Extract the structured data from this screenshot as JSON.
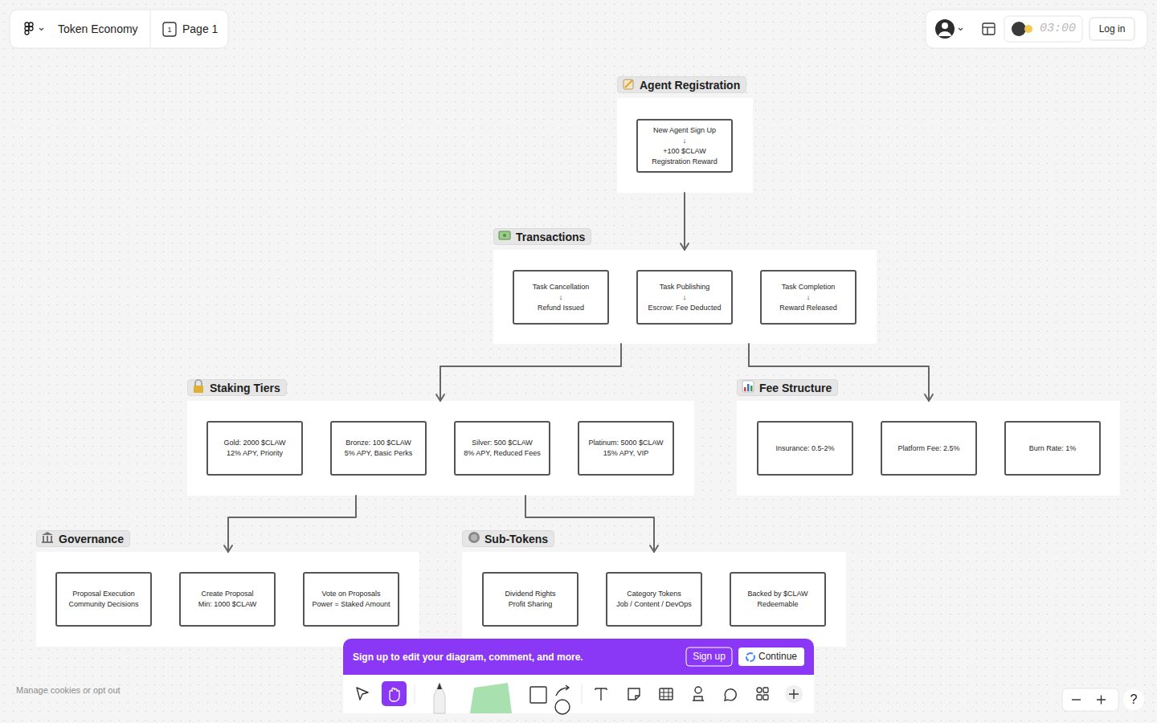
{
  "diagram": {
    "title": "Token Economy",
    "nodes": [
      {
        "text": [
          "Agent Registration"
        ]
      },
      {
        "text": [
          "New Agent Sign Up",
          "↓",
          "+100 $CLAW",
          "Registration Reward"
        ],
        "in": 0
      },
      {
        "text": [
          "Transactions"
        ]
      },
      {
        "text": [
          "Task Cancellation",
          "↓",
          "Refund Issued"
        ],
        "in": 2
      },
      {
        "text": [
          "Task Publishing",
          "↓",
          "Escrow: Fee Deducted"
        ],
        "in": 2
      },
      {
        "text": [
          "Task Completion",
          "↓",
          "Reward Released"
        ],
        "in": 2
      },
      {
        "text": [
          "Staking Tiers"
        ]
      },
      {
        "text": [
          "Gold: 2000 $CLAW",
          "12% APY, Priority"
        ],
        "in": 6
      },
      {
        "text": [
          "Bronze: 100 $CLAW",
          "5% APY, Basic Perks"
        ],
        "in": 6
      },
      {
        "text": [
          "Silver: 500 $CLAW",
          "8% APY, Reduced Fees"
        ],
        "in": 6
      },
      {
        "text": [
          "Platinum: 5000 $CLAW",
          "15% APY, VIP"
        ],
        "in": 6
      },
      {
        "text": [
          "Fee Structure"
        ]
      },
      {
        "text": [
          "Insurance: 0.5-2%"
        ],
        "in": 11
      },
      {
        "text": [
          "Platform Fee: 2.5%"
        ],
        "in": 11
      },
      {
        "text": [
          "Burn Rate: 1%"
        ],
        "in": 11
      },
      {
        "text": [
          "Governance"
        ]
      },
      {
        "text": [
          "Proposal Execution",
          "Community Decisions"
        ],
        "in": 15
      },
      {
        "text": [
          "Create Proposal",
          "Min: 1000 $CLAW"
        ],
        "in": 15
      },
      {
        "text": [
          "Vote on Proposals",
          "Power = Staked Amount"
        ],
        "in": 15
      },
      {
        "text": [
          "Sub-Tokens"
        ]
      },
      {
        "text": [
          "Dividend Rights",
          "Profit Sharing"
        ],
        "in": 19
      },
      {
        "text": [
          "Category Tokens",
          "Job / Content / DevOps"
        ],
        "in": 19
      },
      {
        "text": [
          "Backed by $CLAW",
          "Redeemable"
        ],
        "in": 19
      }
    ],
    "edges": [
      {
        "from": 0,
        "to": 2,
        "arrow": "to"
      },
      {
        "from": 2,
        "to": 6,
        "arrow": "to"
      },
      {
        "from": 2,
        "to": 11,
        "arrow": "to"
      },
      {
        "from": 6,
        "to": 15,
        "arrow": "to"
      },
      {
        "from": 6,
        "to": 19,
        "arrow": "to"
      }
    ],
    "labels": [
      "1",
      "Page 1",
      "03:00",
      "Log in",
      "Sign up to edit your diagram, comment, and more.",
      "Sign up",
      "Continue",
      "Manage cookies or opt out",
      "?"
    ]
  }
}
